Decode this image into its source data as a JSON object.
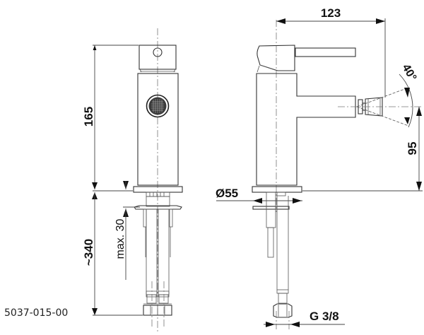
{
  "drawing": {
    "part_number": "5037-015-00",
    "front_view": {
      "dimensions": {
        "height_above_deck": "165",
        "total_length_below_deck": "~340",
        "max_deck_thickness": "max. 30"
      }
    },
    "side_view": {
      "dimensions": {
        "spout_reach": "123",
        "spray_angle": "40°",
        "outlet_height": "95",
        "base_diameter": "Ø55",
        "connection_thread": "G 3/8"
      }
    }
  }
}
